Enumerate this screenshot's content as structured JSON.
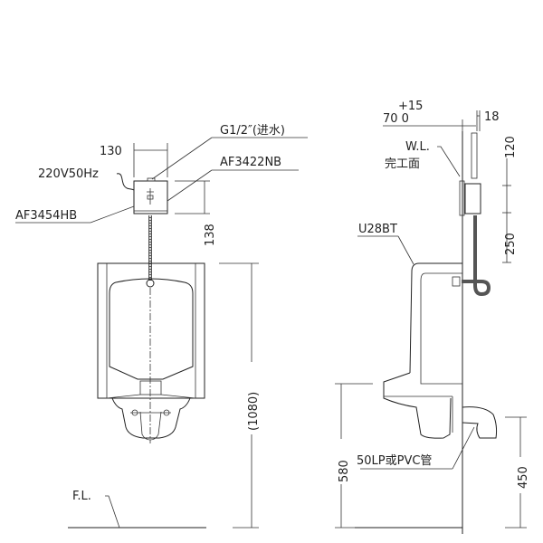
{
  "front_view": {
    "dim_width": "130",
    "power_label": "220V50Hz",
    "inlet_label": "G1/2″(进水)",
    "valve_label": "AF3422NB",
    "sensor_label": "AF3454HB",
    "dim_box_height": "138",
    "dim_total_height": "(1080)",
    "floor_label": "F.L."
  },
  "side_view": {
    "tolerance_label": "+15",
    "wall_offset_label": "70  0",
    "pipe_offset_label": "18",
    "wall_line_label": "W.L.",
    "finish_surface_label": "完工面",
    "dim_upper": "120",
    "dim_lower": "250",
    "model_label": "U28BT",
    "drain_label": "50LP或PVC管",
    "dim_rim_height": "580",
    "dim_drain_height": "450"
  }
}
